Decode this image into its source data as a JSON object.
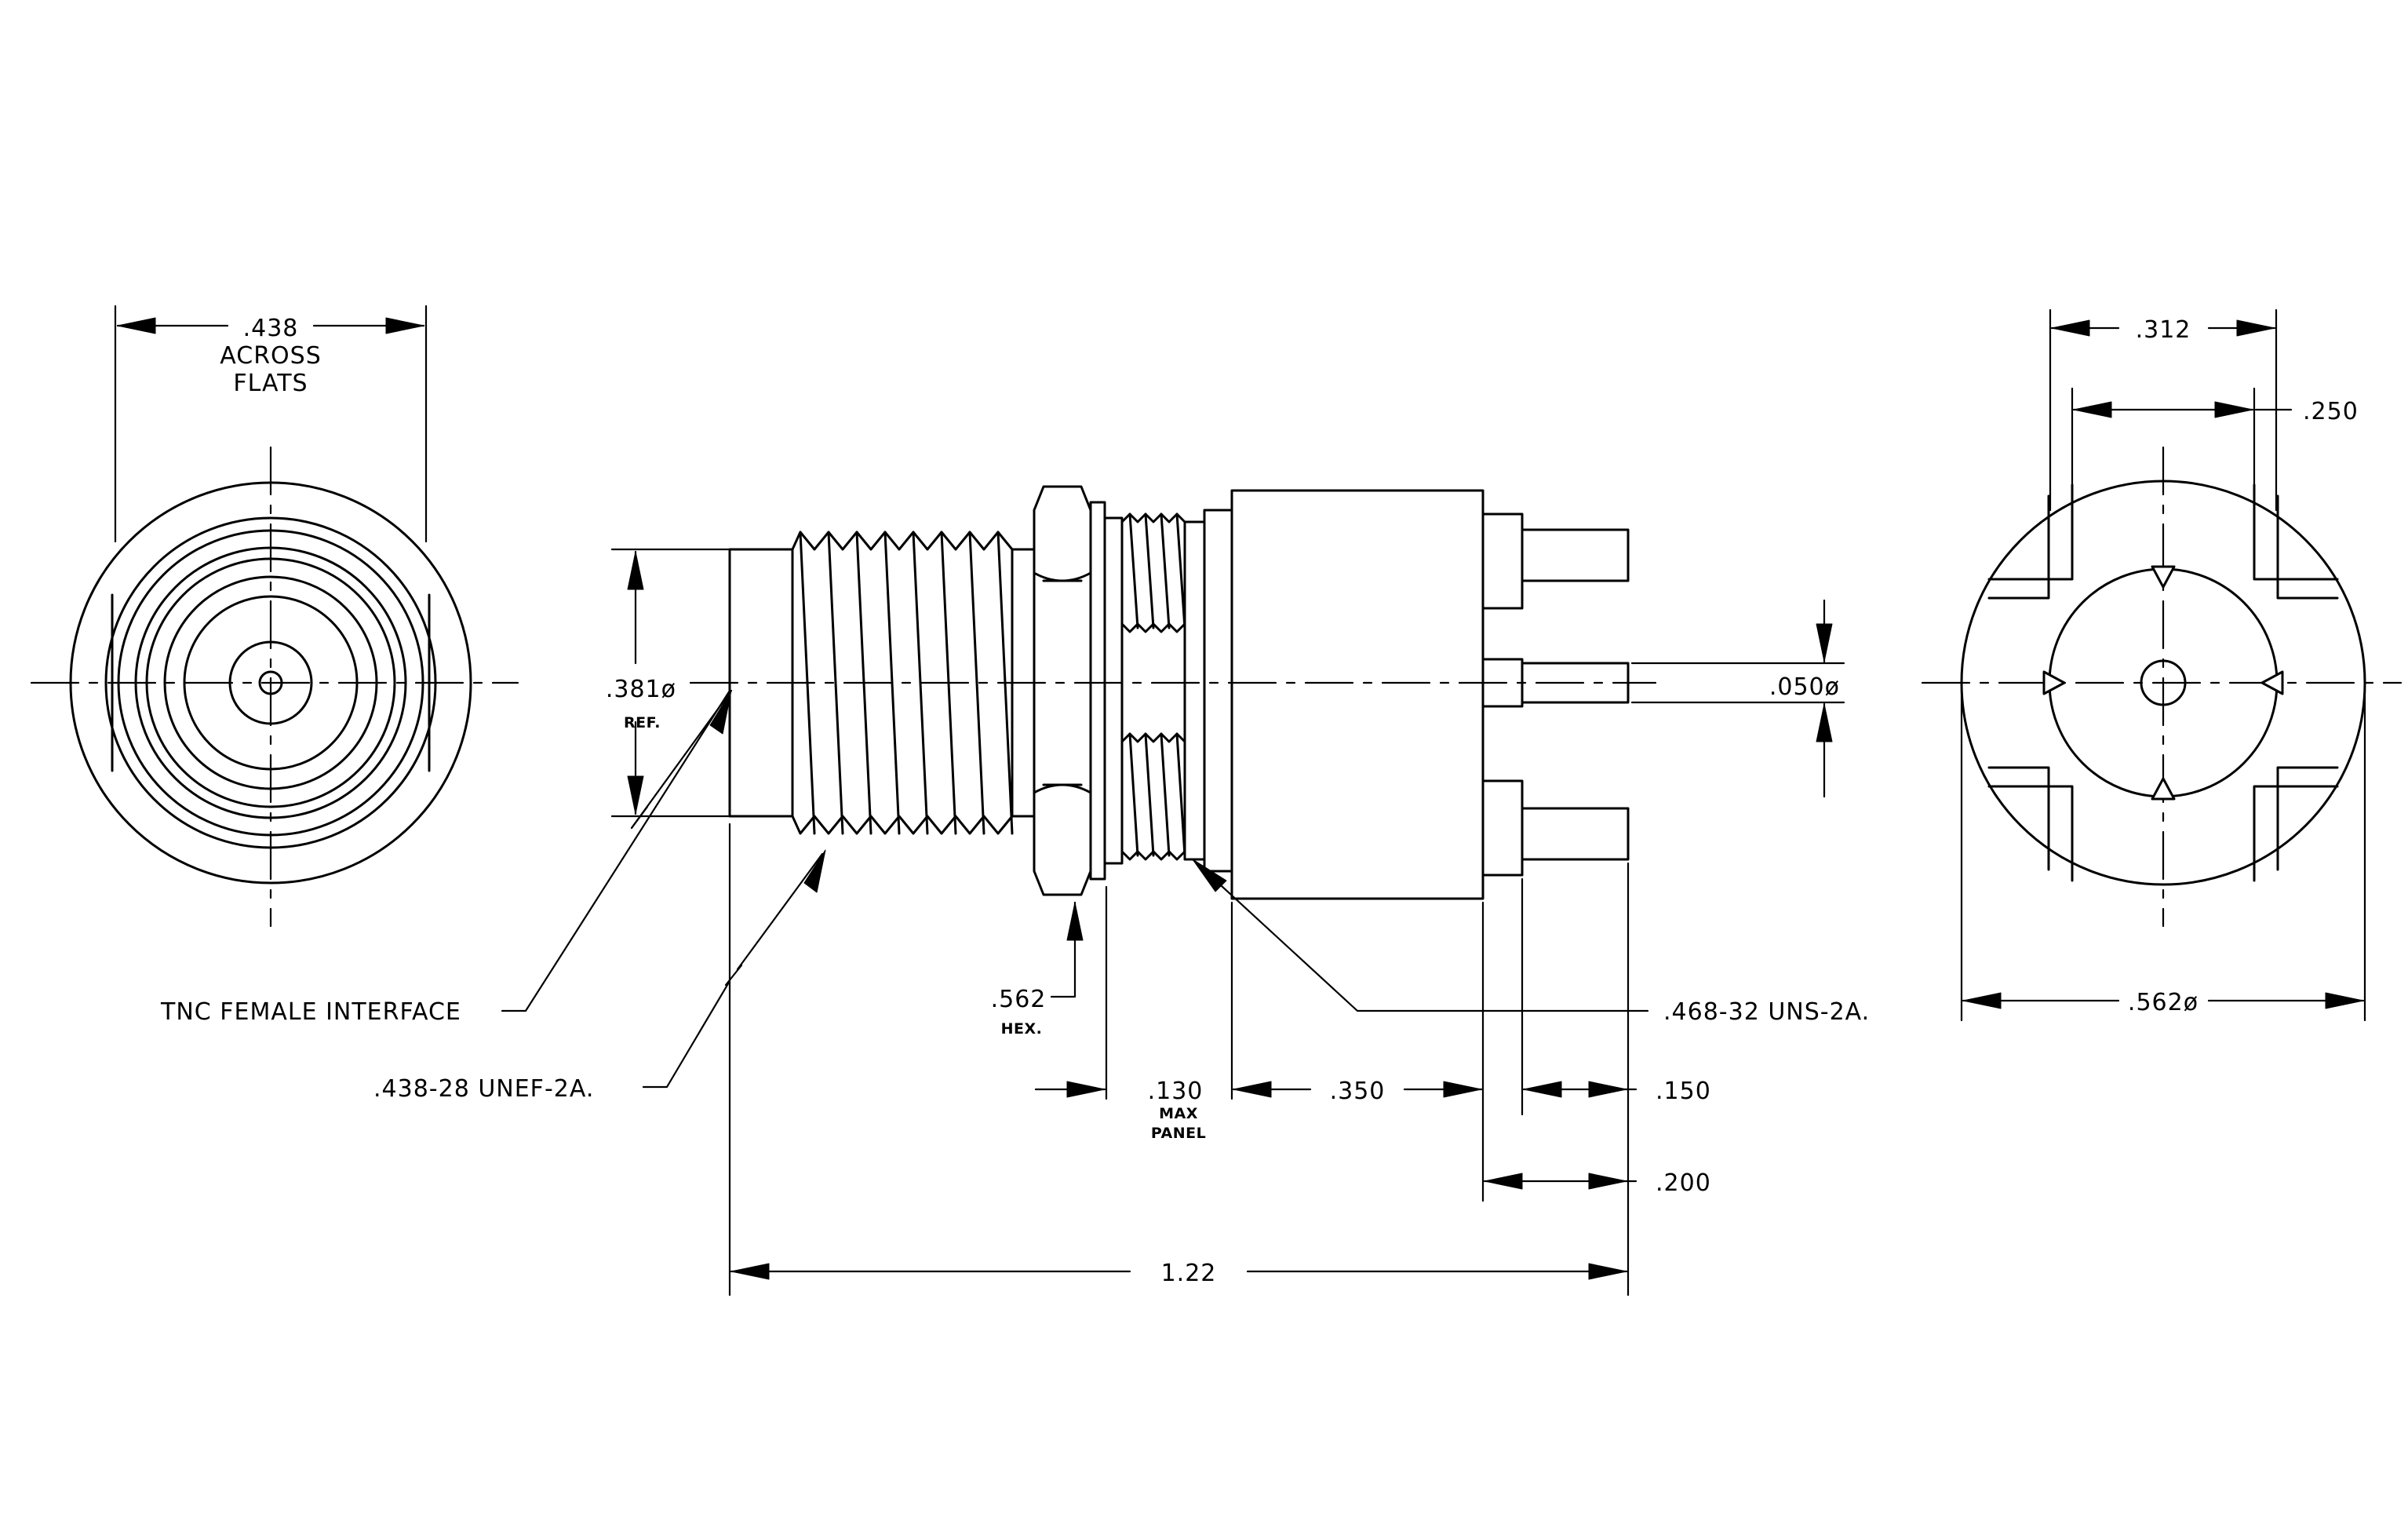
{
  "front_view": {
    "hex_dim": ".438",
    "hex_note_1": "ACROSS",
    "hex_note_2": "FLATS"
  },
  "side_view": {
    "interface_dia": ".381ø",
    "interface_dia_note": "REF.",
    "interface_label": "TNC FEMALE INTERFACE",
    "thread_front": ".438-28 UNEF-2A.",
    "thread_rear": ".468-32 UNS-2A.",
    "hex_nut": ".562",
    "hex_nut_note": "HEX.",
    "panel": ".130",
    "panel_note_1": "MAX",
    "panel_note_2": "PANEL",
    "body_length": ".350",
    "pin_offset": ".150",
    "pin_length": ".200",
    "pin_dia": ".050ø",
    "overall_length": "1.22"
  },
  "rear_view": {
    "outer_spacing": ".312",
    "inner_spacing": ".250",
    "body_dia": ".562ø"
  }
}
